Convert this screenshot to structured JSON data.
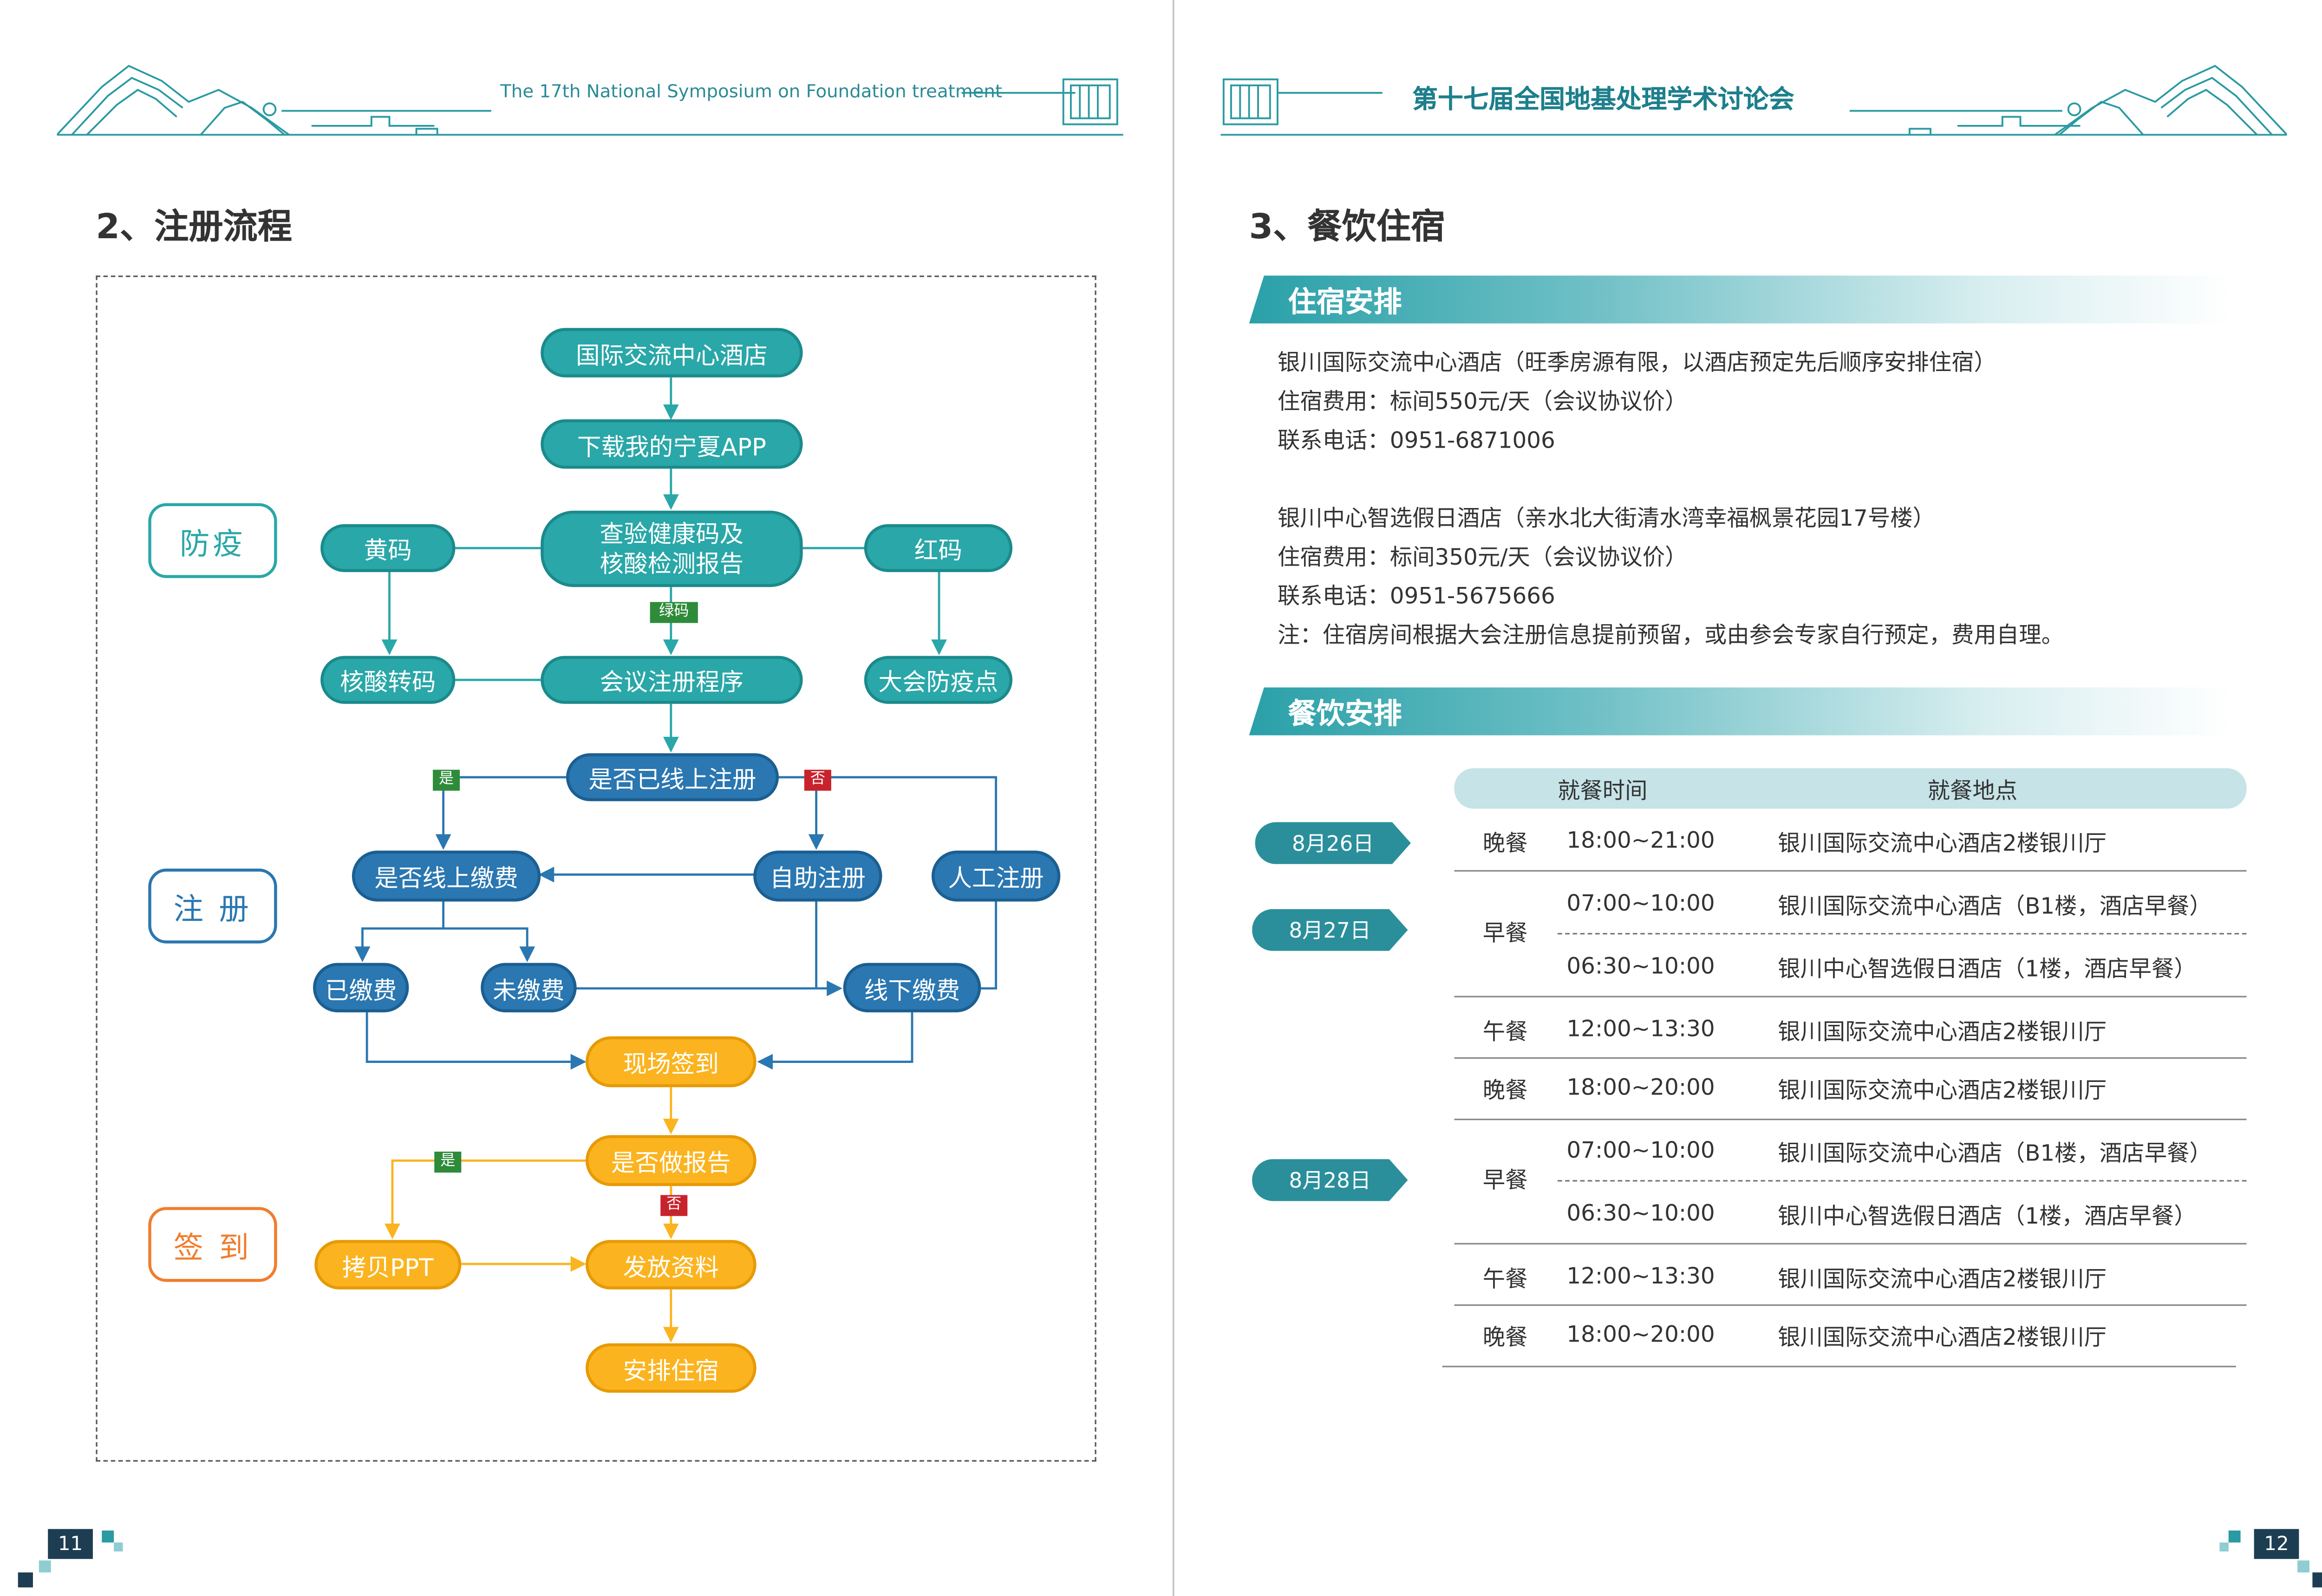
{
  "header_left": "The 17th National Symposium on Foundation treatment",
  "header_right": "第十七届全国地基处理学术讨论会",
  "left_section_title": "2、注册流程",
  "right_section_title": "3、餐饮住宿",
  "flow": {
    "stages": [
      "防疫",
      "注 册",
      "签 到"
    ],
    "nodes": {
      "hotel": "国际交流中心酒店",
      "app": "下载我的宁夏APP",
      "check": "查验健康码及\n核酸检测报告",
      "yellow": "黄码",
      "red": "红码",
      "nucleic": "核酸转码",
      "conf_reg": "会议注册程序",
      "epidemic_point": "大会防疫点",
      "online_reg": "是否已线上注册",
      "online_pay": "是否线上缴费",
      "self_reg": "自助注册",
      "manual_reg": "人工注册",
      "paid": "已缴费",
      "unpaid": "未缴费",
      "offline_pay": "线下缴费",
      "checkin": "现场签到",
      "report": "是否做报告",
      "copy_ppt": "拷贝PPT",
      "materials": "发放资料",
      "lodging": "安排住宿"
    },
    "tags": {
      "green_code": "绿码",
      "yes": "是",
      "no": "否"
    }
  },
  "lodging": {
    "heading": "住宿安排",
    "lines": [
      "银川国际交流中心酒店（旺季房源有限，以酒店预定先后顺序安排住宿）",
      "住宿费用：标间550元/天（会议协议价）",
      "联系电话：0951-6871006",
      "银川中心智选假日酒店（亲水北大街清水湾幸福枫景花园17号楼）",
      "住宿费用：标间350元/天（会议协议价）",
      "联系电话：0951-5675666",
      "注：住宿房间根据大会注册信息提前预留，或由参会专家自行预定，费用自理。"
    ]
  },
  "dining": {
    "heading": "餐饮安排",
    "col_time": "就餐时间",
    "col_place": "就餐地点",
    "dates": [
      "8月26日",
      "8月27日",
      "8月28日"
    ],
    "rows": [
      {
        "meal": "晚餐",
        "time": "18:00~21:00",
        "place": "银川国际交流中心酒店2楼银川厅"
      },
      {
        "meal": "早餐",
        "time": "07:00~10:00",
        "place": "银川国际交流中心酒店（B1楼，酒店早餐）"
      },
      {
        "meal": "",
        "time": "06:30~10:00",
        "place": "银川中心智选假日酒店（1楼，酒店早餐）"
      },
      {
        "meal": "午餐",
        "time": "12:00~13:30",
        "place": "银川国际交流中心酒店2楼银川厅"
      },
      {
        "meal": "晚餐",
        "time": "18:00~20:00",
        "place": "银川国际交流中心酒店2楼银川厅"
      },
      {
        "meal": "早餐",
        "time": "07:00~10:00",
        "place": "银川国际交流中心酒店（B1楼，酒店早餐）"
      },
      {
        "meal": "",
        "time": "06:30~10:00",
        "place": "银川中心智选假日酒店（1楼，酒店早餐）"
      },
      {
        "meal": "午餐",
        "time": "12:00~13:30",
        "place": "银川国际交流中心酒店2楼银川厅"
      },
      {
        "meal": "晚餐",
        "time": "18:00~20:00",
        "place": "银川国际交流中心酒店2楼银川厅"
      }
    ]
  },
  "page_numbers": [
    "11",
    "12"
  ],
  "colors": {
    "teal": "#2aa7a8",
    "blue": "#2a77b1",
    "orange": "#fbb41f",
    "header": "#1d7f8c"
  }
}
